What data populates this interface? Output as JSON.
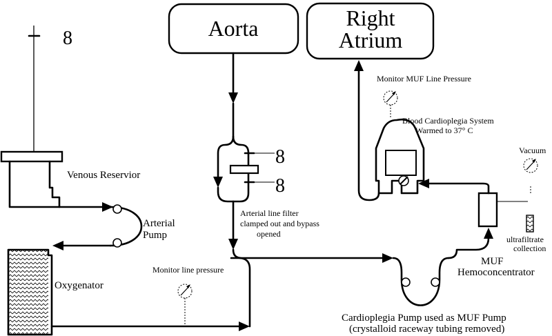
{
  "boxes": {
    "aorta": "Aorta",
    "right_atrium_line1": "Right",
    "right_atrium_line2": "Atrium"
  },
  "labels": {
    "venous_reservoir": "Venous Reservior",
    "arterial_pump_line1": "Arterial",
    "arterial_pump_line2": "Pump",
    "oxygenator": "Oxygenator",
    "monitor_line_pressure": "Monitor line pressure",
    "filter_line1": "Arterial line filter",
    "filter_line2": "clamped out and bypass",
    "filter_line3": "opened",
    "monitor_muf_pressure": "Monitor MUF  Line Pressure",
    "cardioplegia_system_line1": "Blood Cardioplegia System",
    "cardioplegia_system_line2": "Warmed to 37° C",
    "vacuum": "Vacuum",
    "ultrafiltrate_line1": "ultrafiltrate",
    "ultrafiltrate_line2": "collection",
    "muf_line1": "MUF",
    "muf_line2": "Hemoconcentrator",
    "pump_caption_line1": "Cardioplegia Pump used as MUF Pump",
    "pump_caption_line2": "(crystalloid raceway tubing removed)"
  },
  "clamp_symbols": {
    "reservoir_clamp": "8",
    "filter_clamp_top": "8",
    "filter_clamp_bottom": "8"
  }
}
